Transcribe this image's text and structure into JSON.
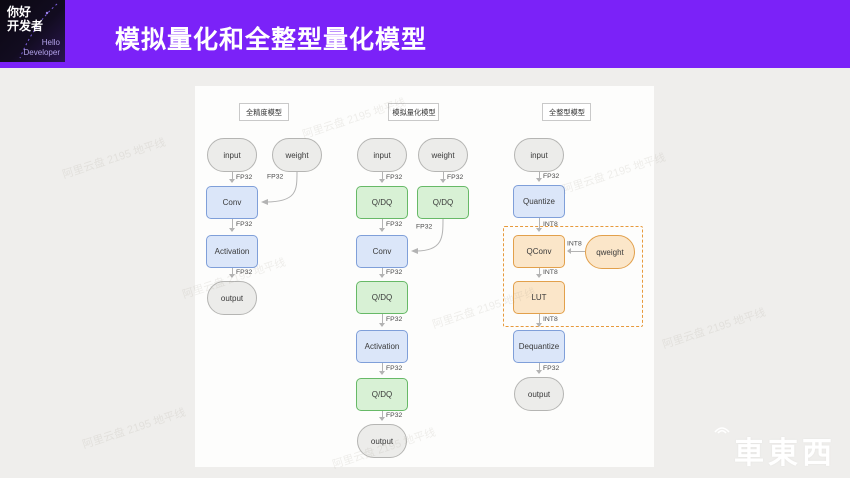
{
  "header": {
    "badge": {
      "zh": "你好\n开发者",
      "en": "Hello\nDeveloper"
    },
    "title": "模拟量化和全整型量化模型"
  },
  "labels": {
    "fp32": "FP32",
    "int8": "INT8"
  },
  "columns": {
    "full_precision": {
      "title": "全精度模型",
      "input": "input",
      "weight": "weight",
      "conv": "Conv",
      "activation": "Activation",
      "output": "output"
    },
    "fake_quant": {
      "title": "模拟量化模型",
      "input": "input",
      "weight": "weight",
      "qdq": "Q/DQ",
      "conv": "Conv",
      "activation": "Activation",
      "output": "output"
    },
    "full_integer": {
      "title": "全整型模型",
      "input": "input",
      "quantize": "Quantize",
      "qconv": "QConv",
      "qweight": "qweight",
      "lut": "LUT",
      "dequantize": "Dequantize",
      "output": "output"
    }
  },
  "watermarks": {
    "diagonal": "阿里云盘 2195 地平线",
    "brand": "車東西"
  },
  "colors": {
    "header_purple": "#7b22f8",
    "blue_fill": "#dbe6f9",
    "blue_border": "#7f9fd9",
    "green_fill": "#d8f1d5",
    "green_border": "#67b967",
    "orange_fill": "#fbe6c9",
    "orange_border": "#e2a04b",
    "gray_fill": "#ececea",
    "dashed_border": "#e79a3c"
  }
}
